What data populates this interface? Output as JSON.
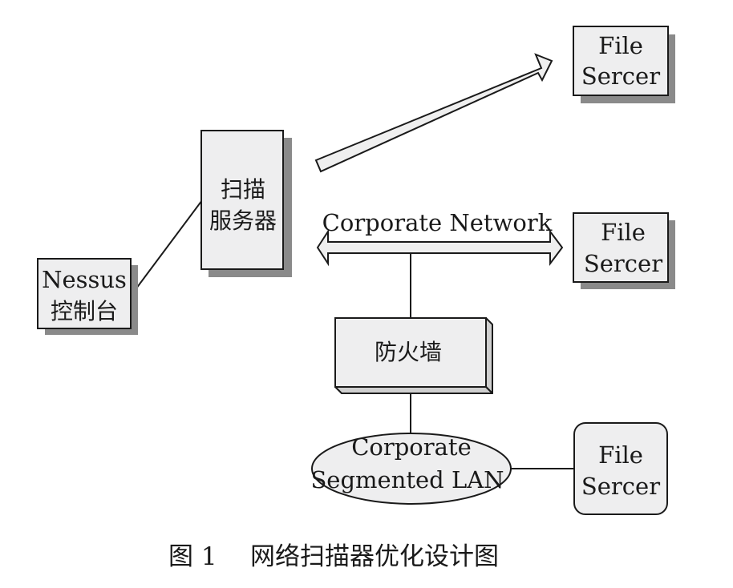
{
  "diagram": {
    "nodes": {
      "file_server_top": {
        "line1": "File",
        "line2": "Sercer"
      },
      "scan_server": {
        "line1": "扫描",
        "line2": "服务器"
      },
      "nessus_console": {
        "line1": "Nessus",
        "line2": "控制台"
      },
      "corporate_network": {
        "label": "Corporate Network"
      },
      "file_server_middle": {
        "line1": "File",
        "line2": "Sercer"
      },
      "firewall": {
        "label": "防火墙"
      },
      "segmented_lan": {
        "line1": "Corporate",
        "line2": "Segmented LAN"
      },
      "file_server_bottom": {
        "line1": "File",
        "line2": "Sercer"
      }
    },
    "edges": [
      {
        "from": "nessus_console",
        "to": "scan_server",
        "type": "line"
      },
      {
        "from": "scan_server",
        "to": "file_server_top",
        "type": "arrow"
      },
      {
        "from": "corporate_network",
        "to": "firewall",
        "type": "line"
      },
      {
        "from": "firewall",
        "to": "segmented_lan",
        "type": "line"
      },
      {
        "from": "segmented_lan",
        "to": "file_server_bottom",
        "type": "line"
      }
    ]
  },
  "caption": {
    "figure_number": "图 1",
    "title": "网络扫描器优化设计图"
  }
}
